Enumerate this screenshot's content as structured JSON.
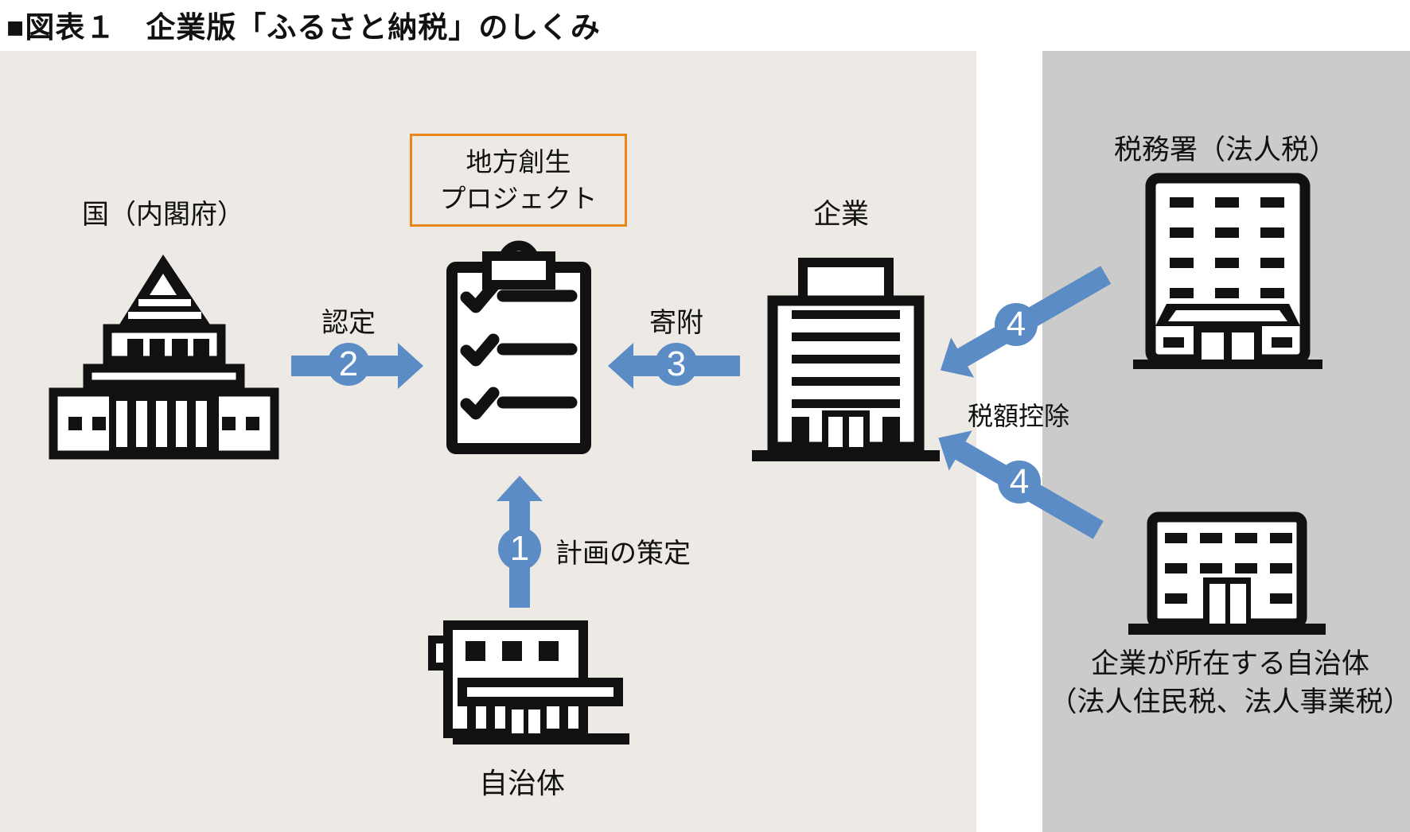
{
  "title": "■図表１　企業版「ふるさと納税」のしくみ",
  "panels": {
    "main_background": "#EDE9E4",
    "tax_background": "#CBCBCB"
  },
  "colors": {
    "arrow_blue": "#5B8CC6",
    "highlight_orange": "#E8861C",
    "icon_black": "#111111"
  },
  "nodes": {
    "government": {
      "label": "国（内閣府）",
      "icon": "diet-building-icon"
    },
    "project": {
      "label_line1": "地方創生",
      "label_line2": "プロジェクト",
      "icon": "checklist-clipboard-icon"
    },
    "company": {
      "label": "企業",
      "icon": "office-building-icon"
    },
    "municipality": {
      "label": "自治体",
      "icon": "town-hall-icon"
    },
    "tax_office": {
      "label": "税務署（法人税）",
      "icon": "tax-office-building-icon"
    },
    "company_municipality": {
      "label_line1": "企業が所在する自治体",
      "label_line2": "（法人住民税、法人事業税）",
      "icon": "municipal-building-icon"
    }
  },
  "steps": {
    "plan": {
      "number": "1",
      "label": "計画の策定"
    },
    "certify": {
      "number": "2",
      "label": "認定"
    },
    "donate": {
      "number": "3",
      "label": "寄附"
    },
    "tax_credit": {
      "number": "4",
      "label": "税額控除"
    },
    "tax_credit_local": {
      "number": "4"
    }
  }
}
